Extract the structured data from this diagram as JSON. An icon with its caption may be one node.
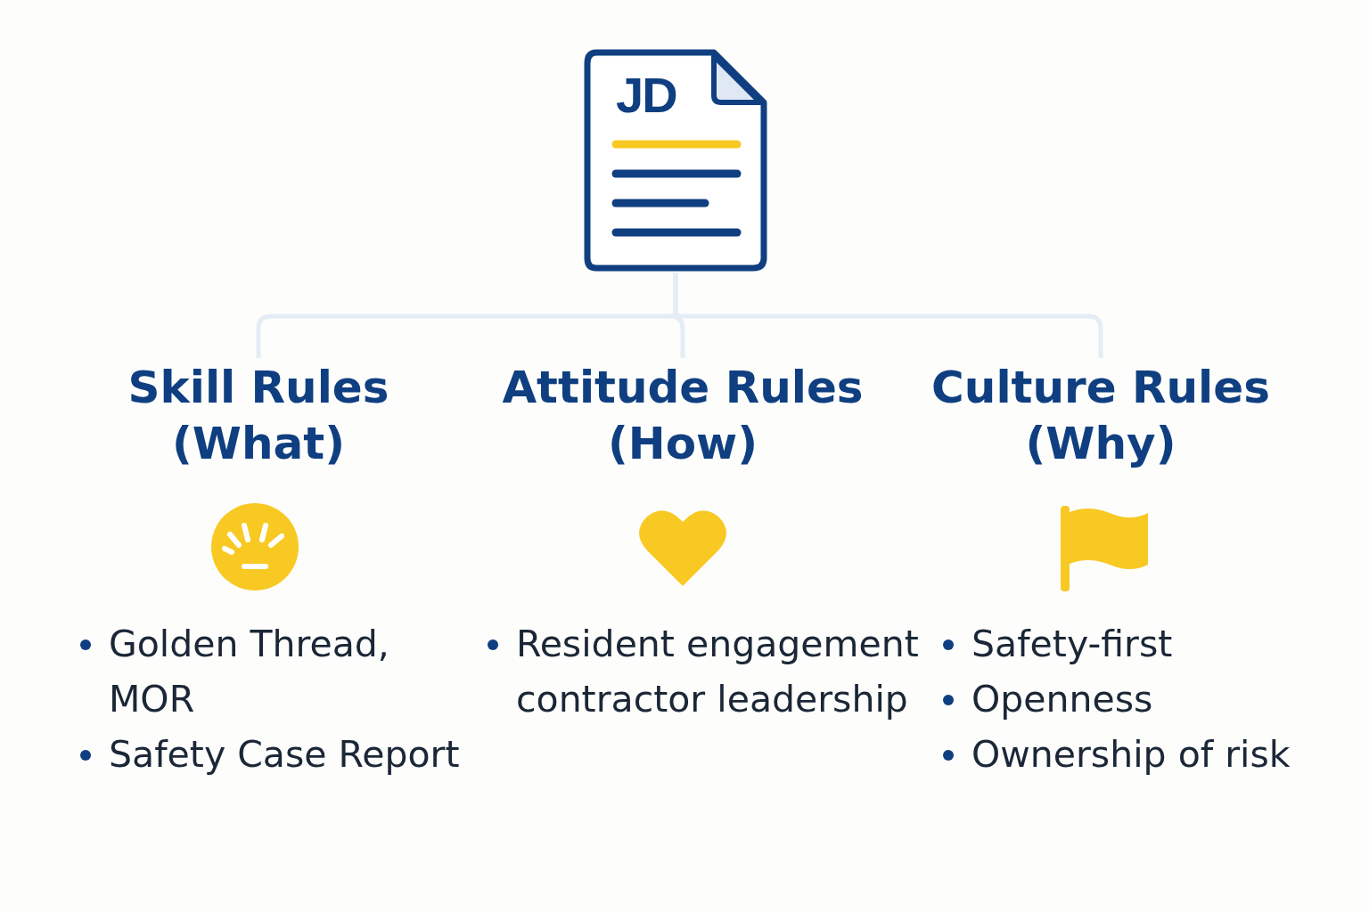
{
  "diagram": {
    "nodes": [
      {
        "text": [
          "JD"
        ]
      },
      {
        "text": [
          "Skill Rules (What)"
        ]
      },
      {
        "text": [
          "Attitude Rules (How)"
        ]
      },
      {
        "text": [
          "Culture Rules (Why)"
        ]
      }
    ],
    "edges": [
      {
        "from": 0,
        "to": 1,
        "arrow": "none",
        "color": "#e4edf5"
      },
      {
        "from": 0,
        "to": 2,
        "arrow": "none",
        "color": "#e4edf5"
      },
      {
        "from": 0,
        "to": 3,
        "arrow": "none",
        "color": "#e4edf5"
      }
    ],
    "labels": [
      "Golden Thread, MOR",
      "Safety Case Report",
      "Resident engagement contractor leadership",
      "Safety-first",
      "Openness",
      "Ownership of risk"
    ]
  }
}
